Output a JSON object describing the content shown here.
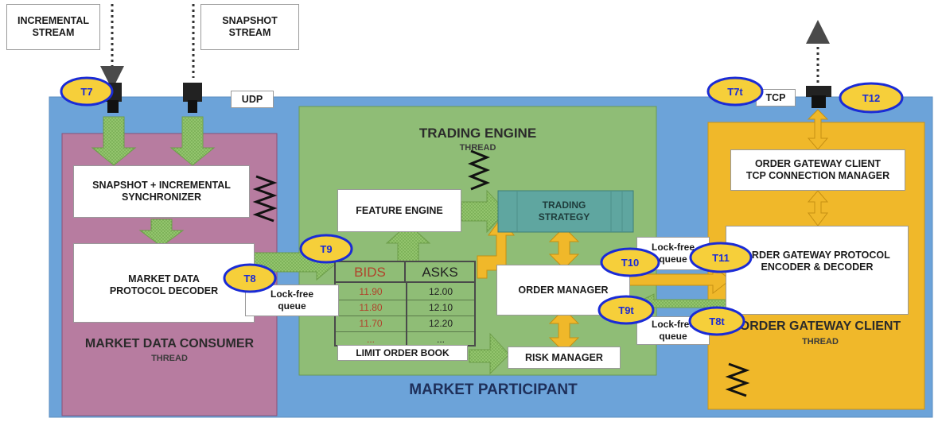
{
  "inputs": {
    "incremental": "INCREMENTAL\nSTREAM",
    "snapshot": "SNAPSHOT\nSTREAM"
  },
  "protocols": {
    "udp": "UDP",
    "tcp": "TCP"
  },
  "market_participant": "MARKET PARTICIPANT",
  "consumer": {
    "title": "MARKET DATA CONSUMER",
    "sub": "THREAD",
    "synchronizer": "SNAPSHOT + INCREMENTAL\nSYNCHRONIZER",
    "decoder": "MARKET DATA\nPROTOCOL DECODER"
  },
  "engine": {
    "title": "TRADING ENGINE",
    "sub": "THREAD",
    "feature_engine": "FEATURE ENGINE",
    "strategy": "TRADING\nSTRATEGY",
    "order_manager": "ORDER MANAGER",
    "risk_manager": "RISK MANAGER",
    "order_book": {
      "bids_header": "BIDS",
      "asks_header": "ASKS",
      "bids": [
        "11.90",
        "11.80",
        "11.70",
        "..."
      ],
      "asks": [
        "12.00",
        "12.10",
        "12.20",
        "..."
      ],
      "label": "LIMIT ORDER BOOK"
    }
  },
  "gateway": {
    "title": "ORDER GATEWAY CLIENT",
    "sub": "THREAD",
    "conn_manager": "ORDER GATEWAY CLIENT\nTCP CONNECTION MANAGER",
    "protocol": "ORDER GATEWAY PROTOCOL\nENCODER & DECODER"
  },
  "queues": {
    "md_queue": "Lock-free\nqueue",
    "order_queue": "Lock-free\nqueue",
    "response_queue": "Lock-free\nqueue"
  },
  "timestamps": {
    "t7": "T7",
    "t8": "T8",
    "t9": "T9",
    "t10": "T10",
    "t11": "T11",
    "t12": "T12",
    "t7t": "T7t",
    "t8t": "T8t",
    "t9t": "T9t"
  },
  "colors": {
    "participant": "#6aa0d8",
    "consumer": "#b87ba0",
    "engine": "#8fbc76",
    "gateway": "#f0b82a",
    "strategy": "#5fa6a0",
    "green_arrow": "#92c36c",
    "yellow_arrow": "#f0b82a",
    "timestamp_ring": "#1a2bd6",
    "timestamp_fill": "#f6cf3a",
    "bids_text": "#b0432c"
  }
}
